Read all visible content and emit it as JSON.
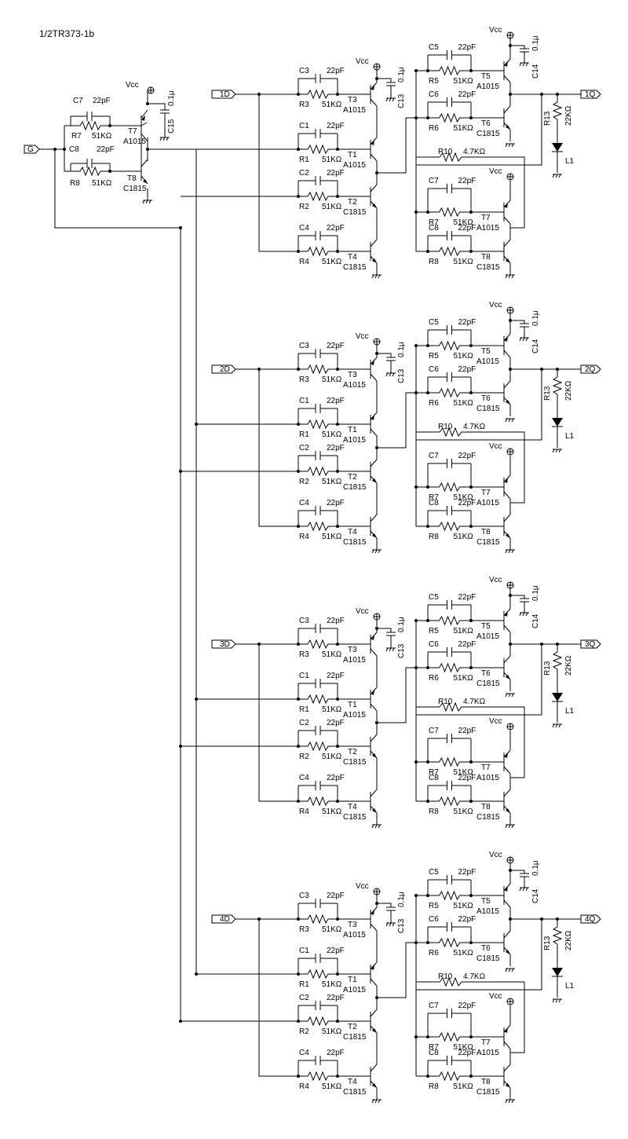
{
  "title": "1/2TR373-1b",
  "input_label": "G",
  "vcc_label": "Vcc",
  "input_stage": {
    "c7": {
      "ref": "C7",
      "value": "22pF"
    },
    "r7": {
      "ref": "R7",
      "value": "51KΩ"
    },
    "c8": {
      "ref": "C8",
      "value": "22pF"
    },
    "r8": {
      "ref": "R8",
      "value": "51KΩ"
    },
    "t7": {
      "ref": "T7",
      "type": "A1015"
    },
    "t8": {
      "ref": "T8",
      "type": "C1815"
    },
    "c15": {
      "ref": "C15",
      "value": "0.1μ"
    }
  },
  "channel_parts": {
    "c3": "C3",
    "r3": "R3",
    "c1": "C1",
    "r1": "R1",
    "c2": "C2",
    "r2": "R2",
    "c4": "C4",
    "r4": "R4",
    "c5": "C5",
    "r5": "R5",
    "c6": "C6",
    "r6": "R6",
    "c7": "C7",
    "r7": "R7",
    "c8": "C8",
    "r8": "R8",
    "t1": "T1",
    "t2": "T2",
    "t3": "T3",
    "t4": "T4",
    "t5": "T5",
    "t6": "T6",
    "t7": "T7",
    "t8": "T8",
    "c13": "C13",
    "c14": "C14",
    "r10": "R10",
    "r13": "R13",
    "l1": "L1",
    "cap_value": "22pF",
    "res_value": "51KΩ",
    "r10_value": "4.7KΩ",
    "r13_value": "22KΩ",
    "bypass_value": "0.1μ",
    "pnp": "A1015",
    "npn": "C1815"
  },
  "channels": [
    {
      "in": "1D",
      "out": "1Q"
    },
    {
      "in": "2D",
      "out": "2Q"
    },
    {
      "in": "3D",
      "out": "3Q"
    },
    {
      "in": "4D",
      "out": "4Q"
    }
  ]
}
